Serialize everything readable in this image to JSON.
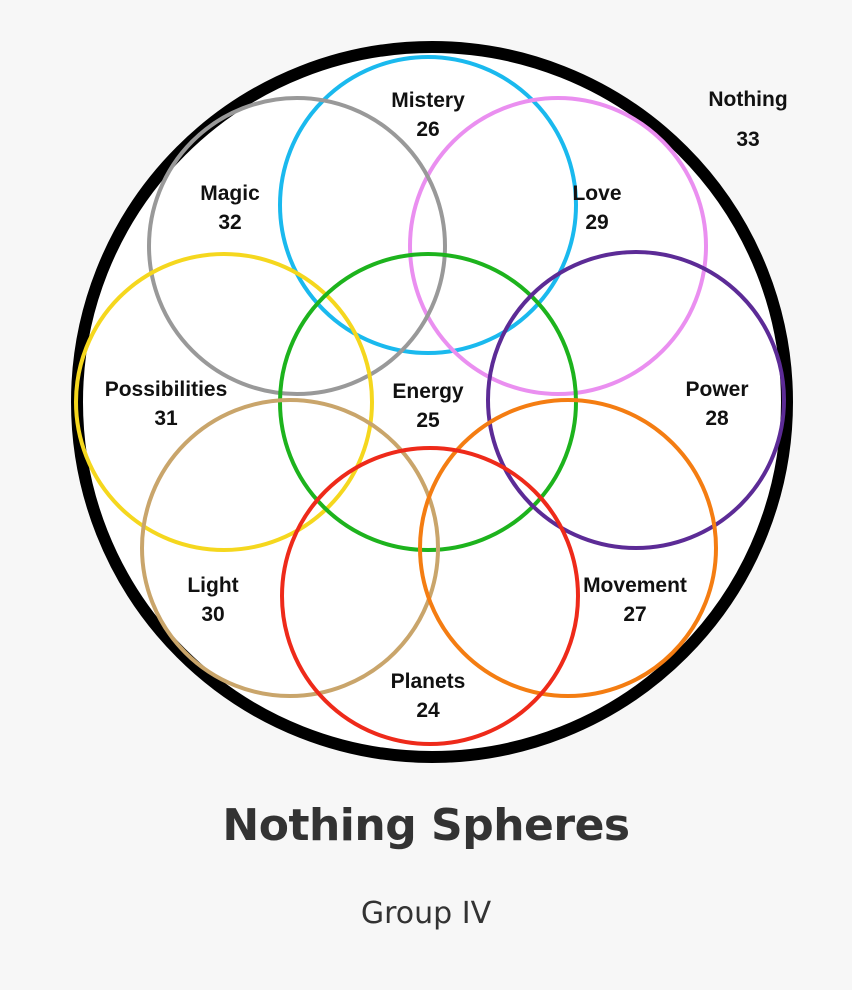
{
  "diagram": {
    "outer": {
      "name": "Nothing",
      "number": "33",
      "color": "#000000"
    },
    "spheres": [
      {
        "id": "mistery",
        "name": "Mistery",
        "number": "26",
        "color": "#1ab9ee"
      },
      {
        "id": "love",
        "name": "Love",
        "number": "29",
        "color": "#ea8ff0"
      },
      {
        "id": "magic",
        "name": "Magic",
        "number": "32",
        "color": "#999999"
      },
      {
        "id": "possibilities",
        "name": "Possibilities",
        "number": "31",
        "color": "#f5d71e"
      },
      {
        "id": "energy",
        "name": "Energy",
        "number": "25",
        "color": "#1db31d"
      },
      {
        "id": "power",
        "name": "Power",
        "number": "28",
        "color": "#5c2b96"
      },
      {
        "id": "light",
        "name": "Light",
        "number": "30",
        "color": "#c9a56b"
      },
      {
        "id": "movement",
        "name": "Movement",
        "number": "27",
        "color": "#f47d12"
      },
      {
        "id": "planets",
        "name": "Planets",
        "number": "24",
        "color": "#ee2a1a"
      }
    ]
  },
  "page": {
    "title": "Nothing Spheres",
    "subtitle": "Group IV"
  }
}
